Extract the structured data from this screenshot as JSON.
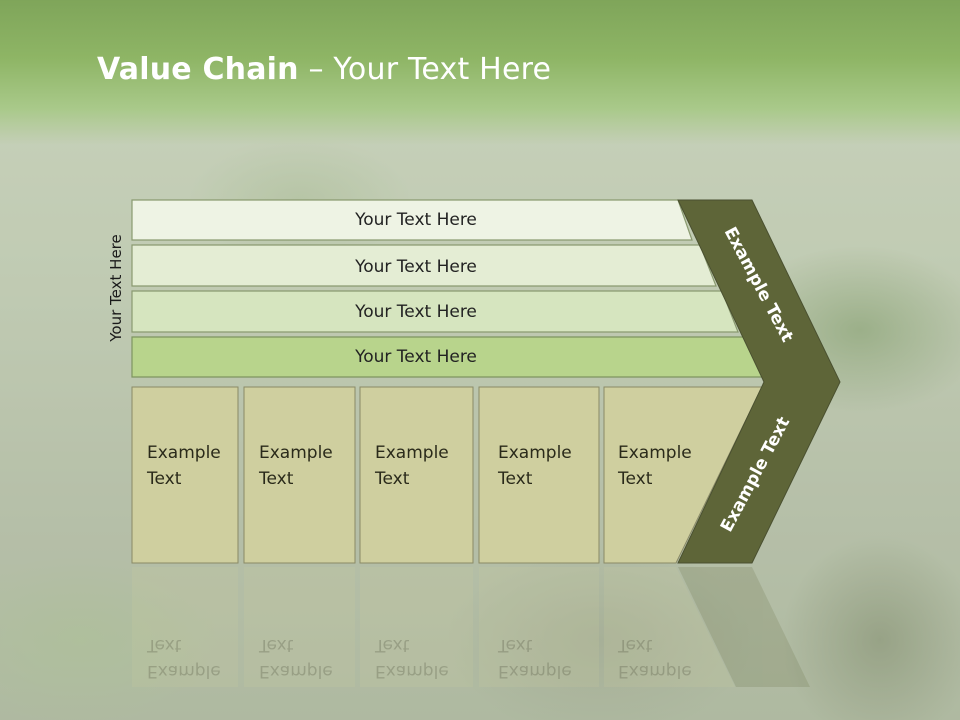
{
  "title": {
    "bold": "Value Chain",
    "rest": " – Your Text Here"
  },
  "side_label": "Your Text Here",
  "rows": [
    {
      "label": "Your Text Here",
      "color": "#eef3e4"
    },
    {
      "label": "Your Text Here",
      "color": "#e4edd4"
    },
    {
      "label": "Your Text Here",
      "color": "#d6e5bf"
    },
    {
      "label": "Your Text Here",
      "color": "#b8d48c"
    }
  ],
  "boxes": [
    {
      "line1": "Example",
      "line2": "Text"
    },
    {
      "line1": "Example",
      "line2": "Text"
    },
    {
      "line1": "Example",
      "line2": "Text"
    },
    {
      "line1": "Example",
      "line2": "Text"
    },
    {
      "line1": "Example",
      "line2": "Text"
    }
  ],
  "chevron_top_label": "Example Text",
  "chevron_bottom_label": "Example Text",
  "colors": {
    "box_fill": "#cfcf9f",
    "chevron_fill": "#5e6538",
    "border": "#8a8a66"
  }
}
